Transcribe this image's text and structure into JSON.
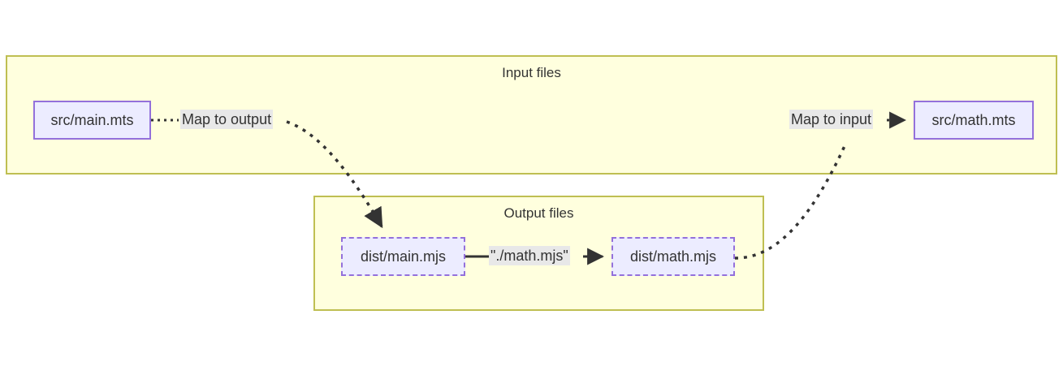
{
  "diagram": {
    "type": "flowchart",
    "title": "",
    "background_color": "#ffffff",
    "clusters": [
      {
        "id": "input-files",
        "label": "Input files",
        "fill_color": "#ffffde",
        "stroke_color": "#bfbf52"
      },
      {
        "id": "output-files",
        "label": "Output files",
        "fill_color": "#ffffde",
        "stroke_color": "#bfbf52"
      }
    ],
    "nodes": [
      {
        "id": "src-main-mts",
        "label": "src/main.mts",
        "cluster": "input-files",
        "border_style": "solid",
        "fill_color": "#ececff",
        "stroke_color": "#9370db"
      },
      {
        "id": "src-math-mts",
        "label": "src/math.mts",
        "cluster": "input-files",
        "border_style": "solid",
        "fill_color": "#ececff",
        "stroke_color": "#9370db"
      },
      {
        "id": "dist-main-mjs",
        "label": "dist/main.mjs",
        "cluster": "output-files",
        "border_style": "dashed",
        "fill_color": "#ececff",
        "stroke_color": "#9370db"
      },
      {
        "id": "dist-math-mjs",
        "label": "dist/math.mjs",
        "cluster": "output-files",
        "border_style": "dashed",
        "fill_color": "#ececff",
        "stroke_color": "#9370db"
      }
    ],
    "edges": [
      {
        "id": "map-to-output",
        "from": "src-main-mts",
        "to": "dist-main-mjs",
        "label": "Map to output",
        "line_style": "dotted",
        "arrow": "end",
        "color": "#333333"
      },
      {
        "id": "import-math-mjs",
        "from": "dist-main-mjs",
        "to": "dist-math-mjs",
        "label": "\"./math.mjs\"",
        "line_style": "solid",
        "arrow": "end",
        "color": "#333333"
      },
      {
        "id": "map-to-input",
        "from": "dist-math-mjs",
        "to": "src-math-mts",
        "label": "Map to input",
        "line_style": "dotted",
        "arrow": "end",
        "color": "#333333"
      }
    ],
    "label_background_color": "#e8e8e8"
  }
}
